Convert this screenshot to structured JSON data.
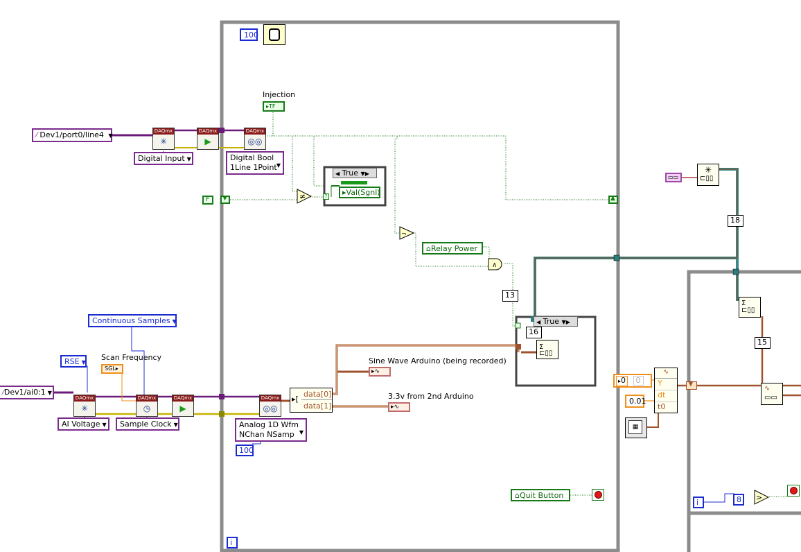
{
  "loop": {
    "wait_ms": "100",
    "iteration_label": "i"
  },
  "digital": {
    "channel": "Dev1/port0/line4",
    "create_type": "Digital Input",
    "read_type_line1": "Digital Bool",
    "read_type_line2": "1Line 1Point",
    "injection_label": "Injection",
    "injection_terminal": "TF",
    "false_const": "F"
  },
  "case1": {
    "selector": "True",
    "inner_label": "Val(Sgnl)"
  },
  "relay": {
    "label": "Relay Power",
    "number_a": "13",
    "number_b": "16",
    "selector": "True"
  },
  "analog": {
    "channel": "Dev1/ai0:1",
    "terminal_config": "RSE",
    "sample_mode": "Continuous Samples",
    "scan_freq_label": "Scan Frequency",
    "scan_freq_type": "SGL",
    "create_type": "AI Voltage",
    "timing_type": "Sample Clock",
    "read_type_line1": "Analog 1D Wfm",
    "read_type_line2": "NChan NSamp",
    "samples": "100",
    "index_0": "data[0]",
    "index_1": "data[1]",
    "wave0_label": "Sine Wave Arduino (being recorded)",
    "wave1_label": "3.3v from 2nd Arduino"
  },
  "quit": {
    "label": "Quit Button"
  },
  "right": {
    "num_18": "18",
    "num_15": "15",
    "const_0a": "0",
    "const_0b": "0",
    "dt_const": "0.01",
    "wf_y": "Y",
    "wf_dt": "dt",
    "wf_t0": "t0",
    "loop2_i": "i",
    "loop2_n": "8"
  },
  "colors": {
    "structure": "#8c8c8c",
    "bool_wire": "#1a7a1a",
    "waveform_wire": "#a0522d",
    "daqmx_wire": "#4a148c",
    "error_wire": "#c6b200",
    "numeric_blue": "#1a2bd0",
    "queue_wire": "#2e7d7d"
  }
}
